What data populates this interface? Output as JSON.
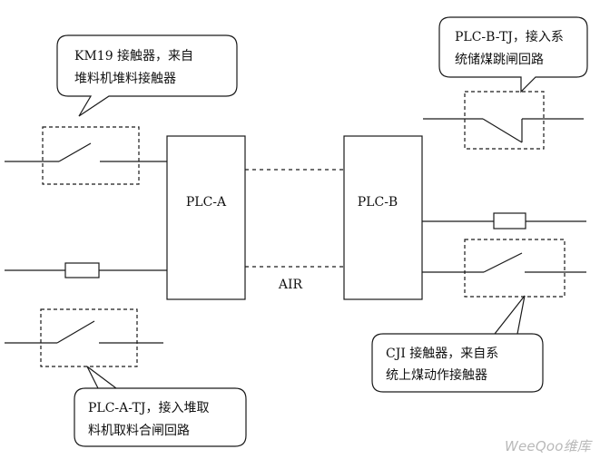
{
  "blocks": {
    "plc_a": "PLC-A",
    "plc_b": "PLC-B",
    "link": "AIR"
  },
  "callouts": {
    "km19": [
      "KM19 接触器，来自",
      "堆料机堆料接触器"
    ],
    "plc_b_tj": [
      "PLC-B-TJ，接入系",
      "统储煤跳闸回路"
    ],
    "plc_a_tj": [
      "PLC-A-TJ，接入堆取",
      "料机取料合闸回路"
    ],
    "cji": [
      "CJI 接触器，来自系",
      "统上煤动作接触器"
    ]
  },
  "watermark": "WeeQoo维库",
  "colors": {
    "line": "#1a1a1a",
    "watermark": "#b9b9b9"
  }
}
